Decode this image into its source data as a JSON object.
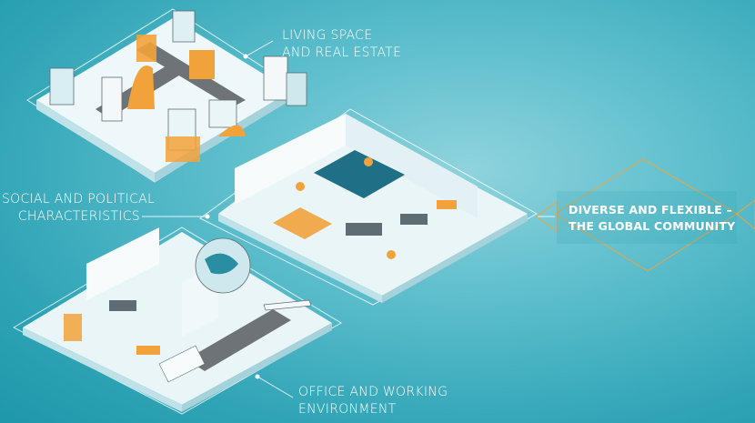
{
  "labels": {
    "living_space": [
      "LIVING SPACE",
      "AND REAL ESTATE"
    ],
    "social_political": [
      "SOCIAL AND POLITICAL",
      "CHARACTERISTICS"
    ],
    "office_working": [
      "OFFICE AND WORKING",
      "ENVIRONMENT"
    ]
  },
  "callout": [
    "DIVERSE AND FLEXIBLE –",
    "THE GLOBAL COMMUNITY"
  ],
  "colors": {
    "accent": "#f2a23a",
    "platform_top": "#e9f5f7",
    "platform_side": "#b7dde4",
    "dark_road": "#6e7378",
    "line": "#ffffff"
  }
}
